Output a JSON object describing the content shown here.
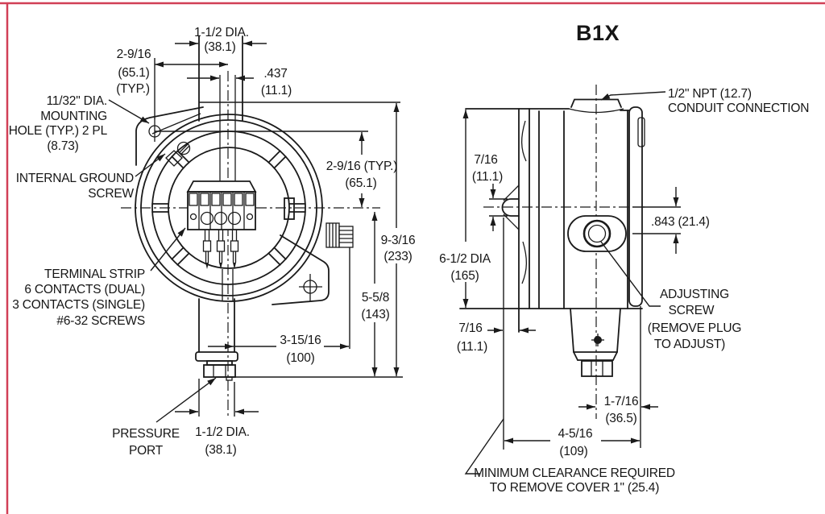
{
  "frame": {
    "border_color": "#d13f56",
    "background": "#ffffff",
    "line_color": "#1a1a1a",
    "accent_blue": "#2b3a9e"
  },
  "title": "B1X",
  "front_view": {
    "dims": {
      "top_diameter": [
        "1-1/2 DIA.",
        "(38.1)"
      ],
      "offset_typ": [
        "2-9/16",
        "(65.1)",
        "(TYP.)"
      ],
      "port_bore": [
        ".437",
        "(11.1)"
      ],
      "mounting_hole": [
        "11/32\" DIA.",
        "MOUNTING",
        "HOLE (TYP.) 2 PL",
        "(8.73)"
      ],
      "internal_ground": [
        "INTERNAL GROUND",
        "SCREW"
      ],
      "right_offset": [
        "2-9/16 (TYP.)",
        "(65.1)"
      ],
      "overall_height": [
        "9-3/16",
        "(233)"
      ],
      "lower_height": [
        "5-5/8",
        "(143)"
      ],
      "terminal_strip": [
        "TERMINAL STRIP",
        "6 CONTACTS (DUAL)",
        "3 CONTACTS (SINGLE)",
        "#6-32 SCREWS"
      ],
      "side_width": [
        "3-15/16",
        "(100)"
      ],
      "pressure_port": [
        "PRESSURE",
        "PORT"
      ],
      "bottom_diameter": [
        "1-1/2 DIA.",
        "(38.1)"
      ]
    }
  },
  "side_view": {
    "dims": {
      "conduit": [
        "1/2\" NPT (12.7)",
        "CONDUIT CONNECTION"
      ],
      "tab_height": [
        "7/16",
        "(11.1)"
      ],
      "body_diameter": [
        "6-1/2 DIA",
        "(165)"
      ],
      "screw_offset": ".843 (21.4)",
      "adjusting_screw": [
        "ADJUSTING",
        "SCREW",
        "(REMOVE PLUG",
        "TO ADJUST)"
      ],
      "bracket_offset": [
        "7/16",
        "(11.1)"
      ],
      "port_offset": [
        "1-7/16",
        "(36.5)"
      ],
      "overall_width": [
        "4-5/16",
        "(109)"
      ],
      "min_clearance": [
        "MINIMUM CLEARANCE REQUIRED",
        "TO REMOVE COVER  1\"  (25.4)"
      ]
    }
  }
}
